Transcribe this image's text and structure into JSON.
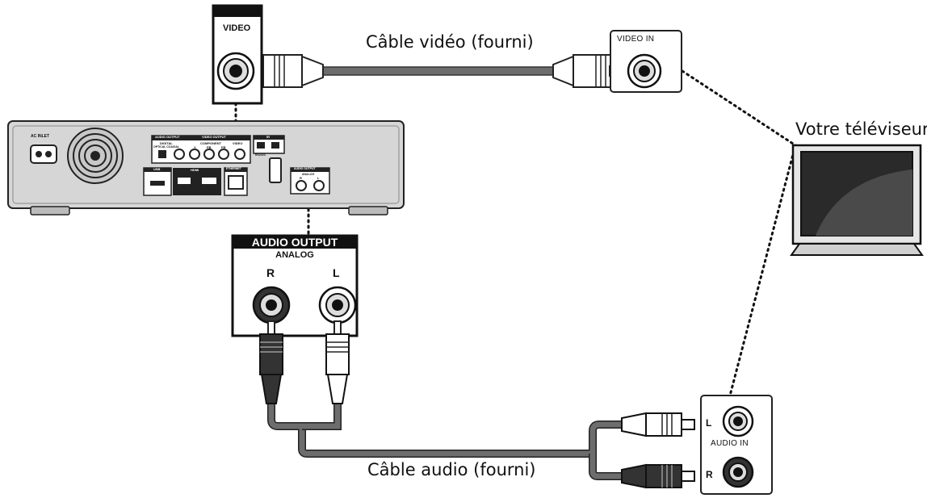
{
  "labels": {
    "video_cable": "Câble vidéo (fourni)",
    "audio_cable": "Câble audio (fourni)",
    "your_tv": "Votre téléviseur",
    "video_jack": "VIDEO",
    "video_in": "VIDEO IN",
    "audio_output_title": "AUDIO OUTPUT",
    "audio_output_sub": "ANALOG",
    "right": "R",
    "left": "L",
    "audio_in": "AUDIO IN",
    "tv_left": "L",
    "tv_right": "R"
  },
  "player_panel": {
    "ac_inlet": "AC INLET",
    "audio_output_digital": "AUDIO OUTPUT",
    "digital": "DIGITAL",
    "optical_coaxial": "OPTICAL  COAXIAL",
    "video_output": "VIDEO OUTPUT",
    "component": "COMPONENT",
    "y": "Y",
    "pb": "PB",
    "pr": "PR",
    "video": "VIDEO",
    "usb": "USB",
    "hdmi": "HDMI",
    "ethernet": "ETHERNET",
    "ir": "IR",
    "rs232c": "RS232C",
    "audio_output": "AUDIO OUTPUT",
    "analog": "ANALOG",
    "r": "R",
    "l": "L"
  },
  "colors": {
    "cable": "#6d6d6d",
    "dots": "#111111",
    "player_body": "#d6d6d6",
    "jack_dark": "#222222",
    "tv_screen": "#2a2a2a"
  }
}
